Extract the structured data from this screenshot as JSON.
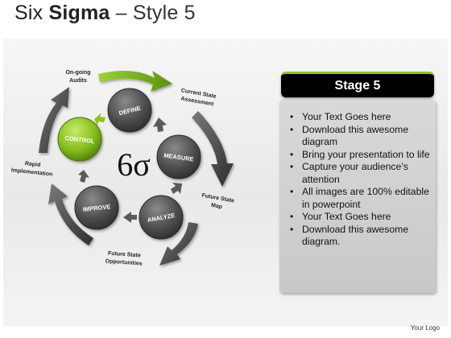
{
  "title": {
    "part1": "Six ",
    "part2": "Sigma",
    "part3": " – Style 5"
  },
  "diagram": {
    "center_symbol": "6σ",
    "circles": [
      "DEFINE",
      "MEASURE",
      "ANALYZE",
      "IMPROVE",
      "CONTROL"
    ],
    "labels": {
      "ongoing": [
        "On-going",
        "Audits"
      ],
      "current": [
        "Current State",
        "Assessment"
      ],
      "future_map": [
        "Future State",
        "Map"
      ],
      "future_opp": [
        "Future State",
        "Opportunities"
      ],
      "rapid": [
        "Rapid",
        "Implementation"
      ]
    },
    "active_color": "#8dc21f",
    "circle_color": "#5a5a5a"
  },
  "stage": {
    "heading": "Stage 5",
    "bullets": [
      "Your Text Goes here",
      "Download this awesome diagram",
      "Bring your presentation to life",
      "Capture your audience’s attention",
      "All images are 100% editable in powerpoint",
      "Your Text Goes here",
      "Download this awesome diagram."
    ]
  },
  "footer": {
    "logo": "Your Logo"
  }
}
